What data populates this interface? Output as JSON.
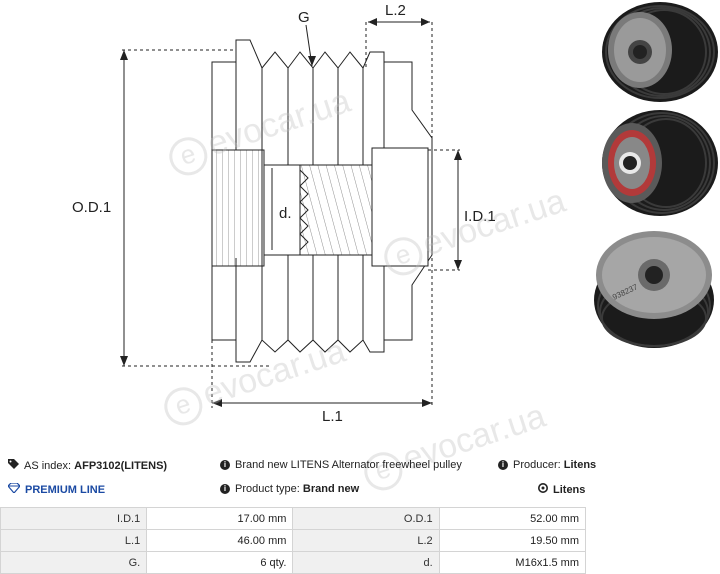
{
  "drawing": {
    "labels": {
      "g": "G",
      "l2": "L.2",
      "od1": "O.D.1",
      "d": "d.",
      "id1": "I.D.1",
      "l1": "L.1"
    }
  },
  "watermark": {
    "text": "evocar.ua"
  },
  "info": {
    "as_index_label": "AS index:",
    "as_index_value": "AFP3102(LITENS)",
    "description": "Brand new LITENS Alternator freewheel pulley",
    "producer_label": "Producer:",
    "producer_value": "Litens",
    "premium_label": "PREMIUM LINE",
    "product_type_label": "Product type:",
    "product_type_value": "Brand new",
    "brand_logo": "Litens"
  },
  "specs": {
    "rows": [
      [
        {
          "k": "I.D.1",
          "v": "17.00 mm"
        },
        {
          "k": "O.D.1",
          "v": "52.00 mm"
        }
      ],
      [
        {
          "k": "L.1",
          "v": "46.00 mm"
        },
        {
          "k": "L.2",
          "v": "19.50 mm"
        }
      ],
      [
        {
          "k": "G.",
          "v": "6 qty."
        },
        {
          "k": "d.",
          "v": "M16x1.5 mm"
        }
      ]
    ]
  },
  "photo_text": {
    "marking": "938237"
  },
  "colors": {
    "premium": "#1b4aa3",
    "seal": "#b23a3a"
  }
}
